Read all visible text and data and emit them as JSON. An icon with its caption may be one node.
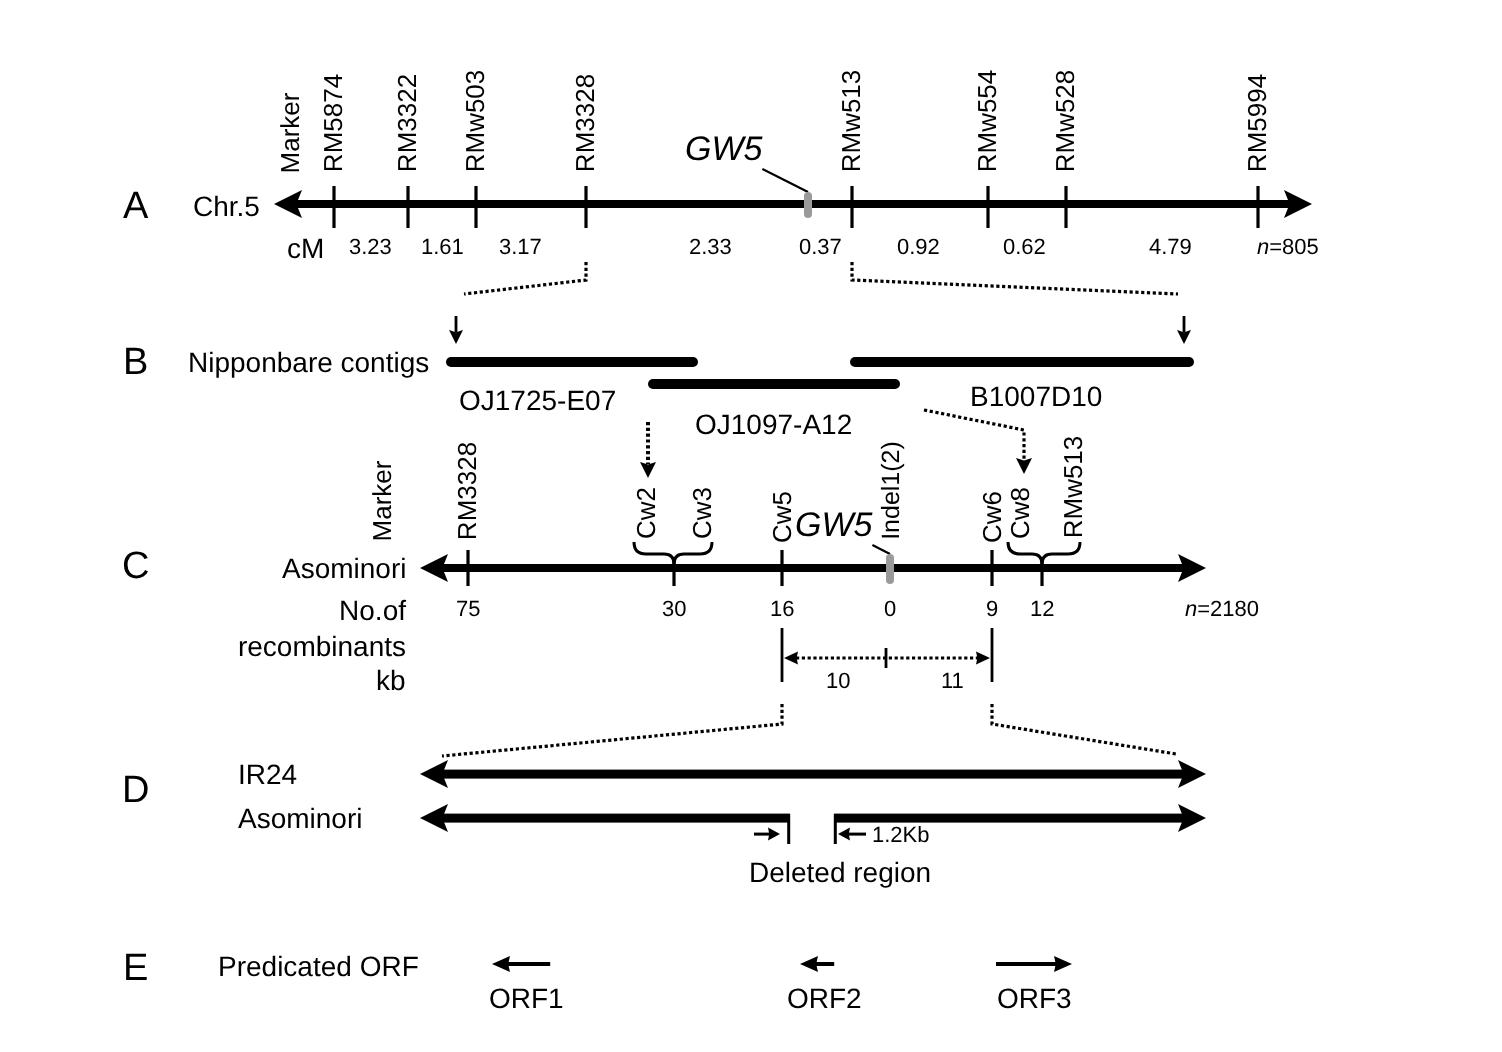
{
  "diagram": {
    "nodes": [
      {
        "text": [
          "GW5"
        ]
      },
      {
        "text": [],
        "shape": "bar"
      },
      {
        "text": [
          "GW5"
        ]
      },
      {
        "text": [],
        "shape": "bar"
      }
    ],
    "edges": [
      {
        "from": 0,
        "to": 1,
        "arrow": "none"
      },
      {
        "from": 2,
        "to": 3,
        "arrow": "none"
      }
    ],
    "labels": [
      "A",
      "Marker",
      "RM5874",
      "RM3322",
      "RMw503",
      "RM3328",
      "RMw513",
      "RMw554",
      "RMw528",
      "RM5994",
      "Chr.5",
      "cM",
      "3.23",
      "1.61",
      "3.17",
      "2.33",
      "0.37",
      "0.92",
      "0.62",
      "4.79",
      "*n*=805",
      "B",
      "Nipponbare contigs",
      "OJ1725-E07",
      "OJ1097-A12",
      "B1007D10",
      "Marker",
      "RM3328",
      "Cw2",
      "Cw3",
      "Cw5",
      "Indel1(2)",
      "Cw6",
      "Cw8",
      "RMw513",
      "C",
      "Asominori",
      "No.of recombinants",
      "75",
      "30",
      "16",
      "0",
      "9",
      "12",
      "*n*=2180",
      "kb",
      "10",
      "11",
      "D",
      "IR24",
      "Asominori",
      "1.2Kb",
      "Deleted region",
      "E",
      "Predicated ORF",
      "ORF1",
      "ORF2",
      "ORF3"
    ]
  }
}
